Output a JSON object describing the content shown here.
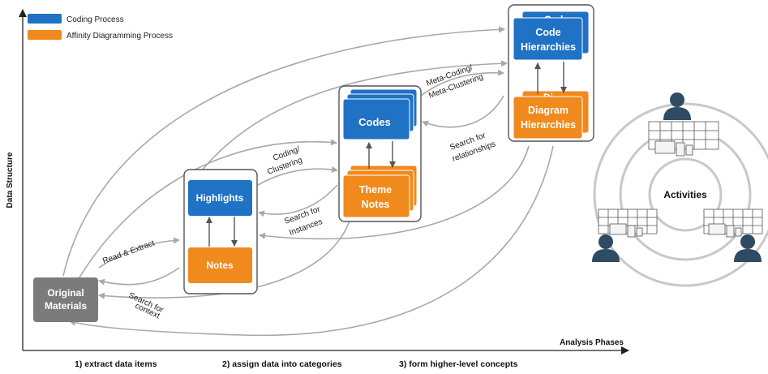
{
  "colors": {
    "coding": "#1f72c4",
    "affinity": "#f08a1c",
    "original": "#7b7b7b",
    "arrow": "#a8a8a8",
    "axis": "#222222",
    "person": "#2f4a63"
  },
  "legend": {
    "coding_label": "Coding Process",
    "affinity_label": "Affinity Diagramming Process"
  },
  "axes": {
    "y_label": "Data Structure",
    "x_label": "Analysis Phases"
  },
  "phases": [
    "1) extract data items",
    "2) assign data into categories",
    "3) form higher-level concepts"
  ],
  "nodes": {
    "original_line1": "Original",
    "original_line2": "Materials",
    "highlights": "Highlights",
    "notes": "Notes",
    "codes": "Codes",
    "theme_notes_line1": "Theme",
    "theme_notes_line2": "Notes",
    "code_hier_line1": "Code",
    "code_hier_line2": "Hierarchies",
    "diagram_hier_line1": "Diagram",
    "diagram_hier_line2": "Hierarchies",
    "back_card_code": "Code",
    "back_card_diagram": "Di"
  },
  "edge_labels": {
    "read_extract": "Read & Extract",
    "search_context_line1": "Search for",
    "search_context_line2": "context",
    "coding_line1": "Coding/",
    "coding_line2": "Clustering",
    "search_instances_line1": "Search for",
    "search_instances_line2": "Instances",
    "meta_line1": "Meta-Coding/",
    "meta_line2": "Meta-Clustering",
    "search_rel_line1": "Search for",
    "search_rel_line2": "relationships"
  },
  "activities": {
    "center_label": "Activities"
  }
}
